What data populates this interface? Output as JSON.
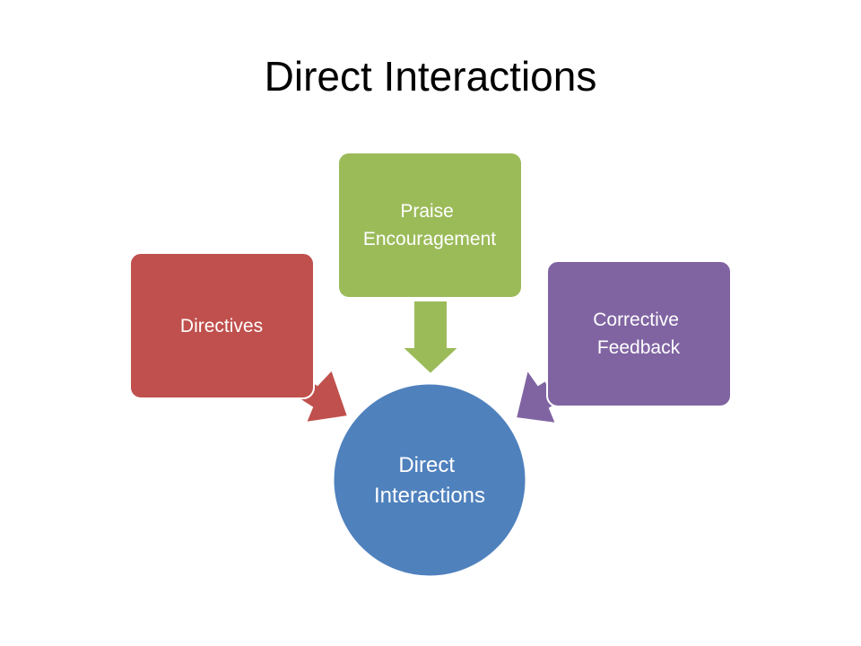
{
  "slide": {
    "title": "Direct Interactions"
  },
  "diagram": {
    "center": {
      "label_lines": [
        "Direct",
        "Interactions"
      ],
      "color": "#4F81BD"
    },
    "nodes": [
      {
        "id": "directives",
        "label_lines": [
          "Directives"
        ],
        "color": "#C0504D"
      },
      {
        "id": "praise",
        "label_lines": [
          "Praise",
          "Encouragement"
        ],
        "color": "#9BBB59"
      },
      {
        "id": "corrective",
        "label_lines": [
          "Corrective",
          "Feedback"
        ],
        "color": "#8064A2"
      }
    ]
  }
}
